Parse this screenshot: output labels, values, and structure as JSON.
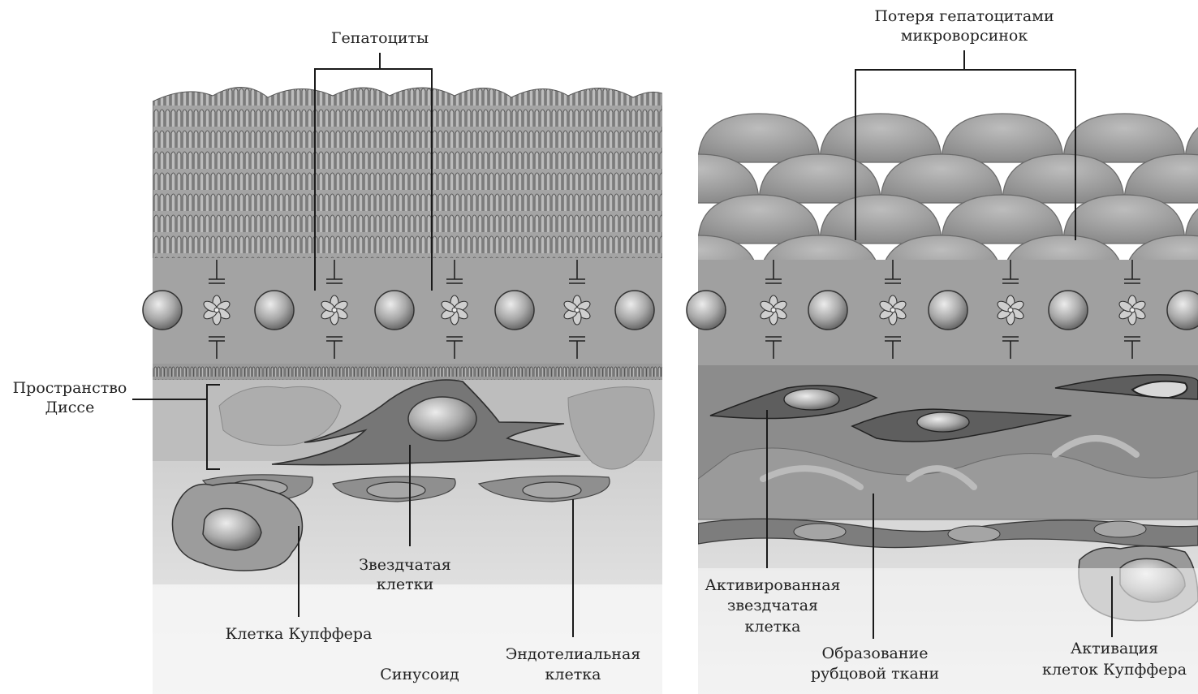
{
  "left_panel": {
    "labels": {
      "hepatocytes": "Гепатоциты",
      "disse_1": "Пространство",
      "disse_2": "Диссе",
      "stellate_1": "Звездчатая",
      "stellate_2": "клетки",
      "kupffer": "Клетка Купффера",
      "sinusoid": "Синусоид",
      "endothelial_1": "Эндотелиальная",
      "endothelial_2": "клетка"
    }
  },
  "right_panel": {
    "labels": {
      "microvilli_loss_1": "Потеря гепатоцитами",
      "microvilli_loss_2": "микроворсинок",
      "activated_stellate_1": "Активированная",
      "activated_stellate_2": "звездчатая",
      "activated_stellate_3": "клетка",
      "scar_1": "Образование",
      "scar_2": "рубцовой ткани",
      "kupffer_activation_1": "Активация",
      "kupffer_activation_2": "клеток Купффера"
    }
  },
  "colors": {
    "tissue": "#9a9a9a",
    "tissue_dark": "#6e6e6e",
    "tissue_light": "#c4c4c4",
    "sinusoid": "#d9d9d9",
    "outline": "#3a3a3a",
    "label_line": "#1a1a1a"
  }
}
